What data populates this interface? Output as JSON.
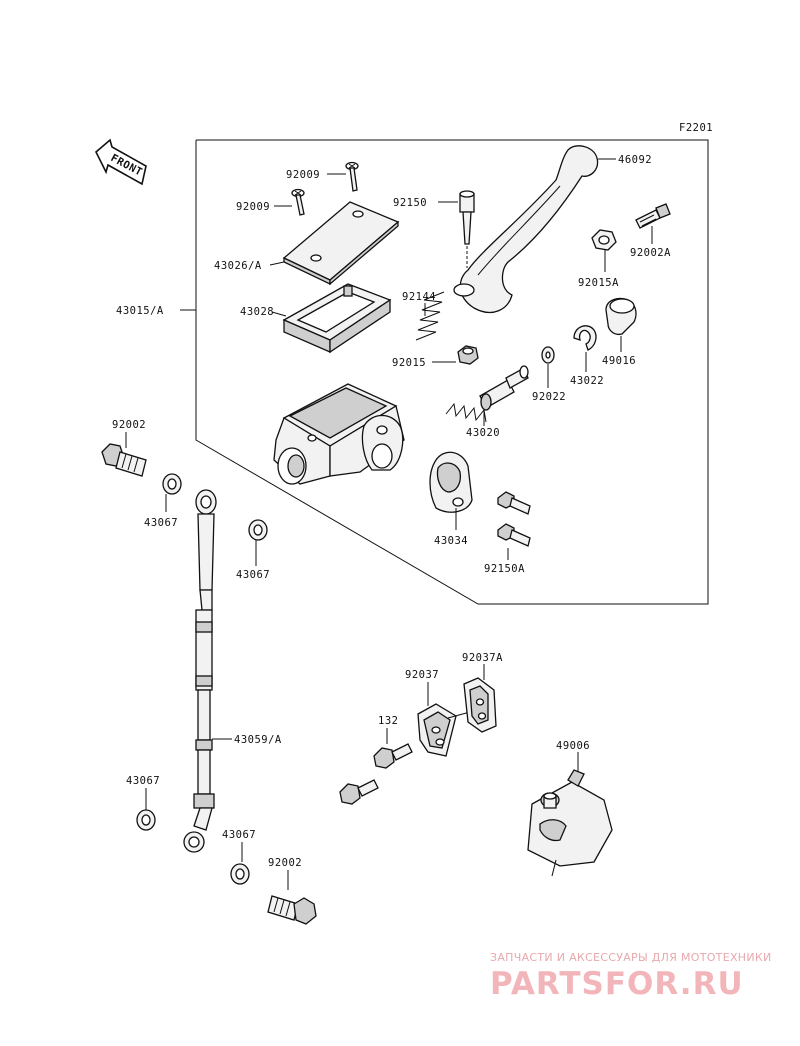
{
  "diagram_code": "F2201",
  "front_label": "FRONT",
  "callouts": {
    "c46092": "46092",
    "c92009a": "92009",
    "c92009b": "92009",
    "c92150": "92150",
    "c92002A": "92002A",
    "c43026": "43026/A",
    "c92144": "92144",
    "c92015A": "92015A",
    "c43015": "43015/A",
    "c43028": "43028",
    "c49016": "49016",
    "c92015": "92015",
    "c43022": "43022",
    "c92022": "92022",
    "c43020": "43020",
    "c92002a": "92002",
    "c43067a": "43067",
    "c43034": "43034",
    "c43067b": "43067",
    "c92150A": "92150A",
    "c92037A": "92037A",
    "c92037": "92037",
    "c49006": "49006",
    "c132": "132",
    "c43059": "43059/A",
    "c43067c": "43067",
    "c43067d": "43067",
    "c92002b": "92002"
  },
  "watermark": {
    "tagline": "ЗАПЧАСТИ И АКСЕССУАРЫ ДЛЯ МОТОТЕХНИКИ",
    "brand": "PARTSFOR.RU"
  }
}
